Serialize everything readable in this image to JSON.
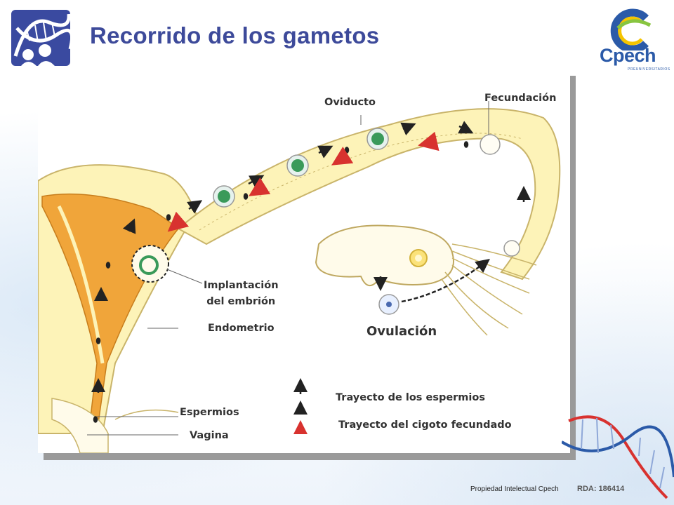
{
  "slide": {
    "title": "Recorrido de los gametos",
    "footer_text": "Propiedad Intelectual Cpech",
    "rda_code": "RDA: 186414"
  },
  "logo": {
    "brand": "Cpech",
    "subtitle": "PREUNIVERSITARIOS"
  },
  "diagram": {
    "labels": {
      "oviducto": "Oviducto",
      "fecundacion": "Fecundación",
      "implantacion_line1": "Implantación",
      "implantacion_line2": "del embrión",
      "endometrio": "Endometrio",
      "ovulacion": "Ovulación",
      "espermios": "Espermios",
      "vagina": "Vagina"
    },
    "legend": [
      {
        "label": "Trayecto de los  espermios",
        "color": "#222222"
      },
      {
        "label": "Trayecto del cigoto fecundado",
        "color": "#d8322f"
      }
    ]
  },
  "colors": {
    "title": "#3d4a9a",
    "tissue": "#fdf3b8",
    "tissue_outline": "#c9b46a",
    "endometrium": "#f0a53a",
    "sperm_arrow": "#222222",
    "zygote_arrow": "#d8322f",
    "embryo_green": "#3a9a5a"
  }
}
